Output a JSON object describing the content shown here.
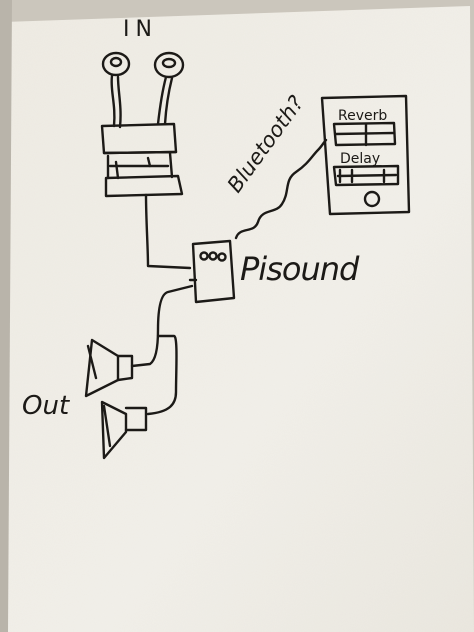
{
  "sketch": {
    "labels": {
      "input": "IN",
      "output": "Out",
      "device": "Pisound",
      "link": "Bluetooth?"
    },
    "phone_app": {
      "effects": [
        "Reverb",
        "Delay"
      ]
    },
    "colors": {
      "paper": "#f1efe8",
      "paper_shadow": "#b9b4aa",
      "ink": "#1c1a17",
      "background": "#d8d4cc"
    }
  }
}
